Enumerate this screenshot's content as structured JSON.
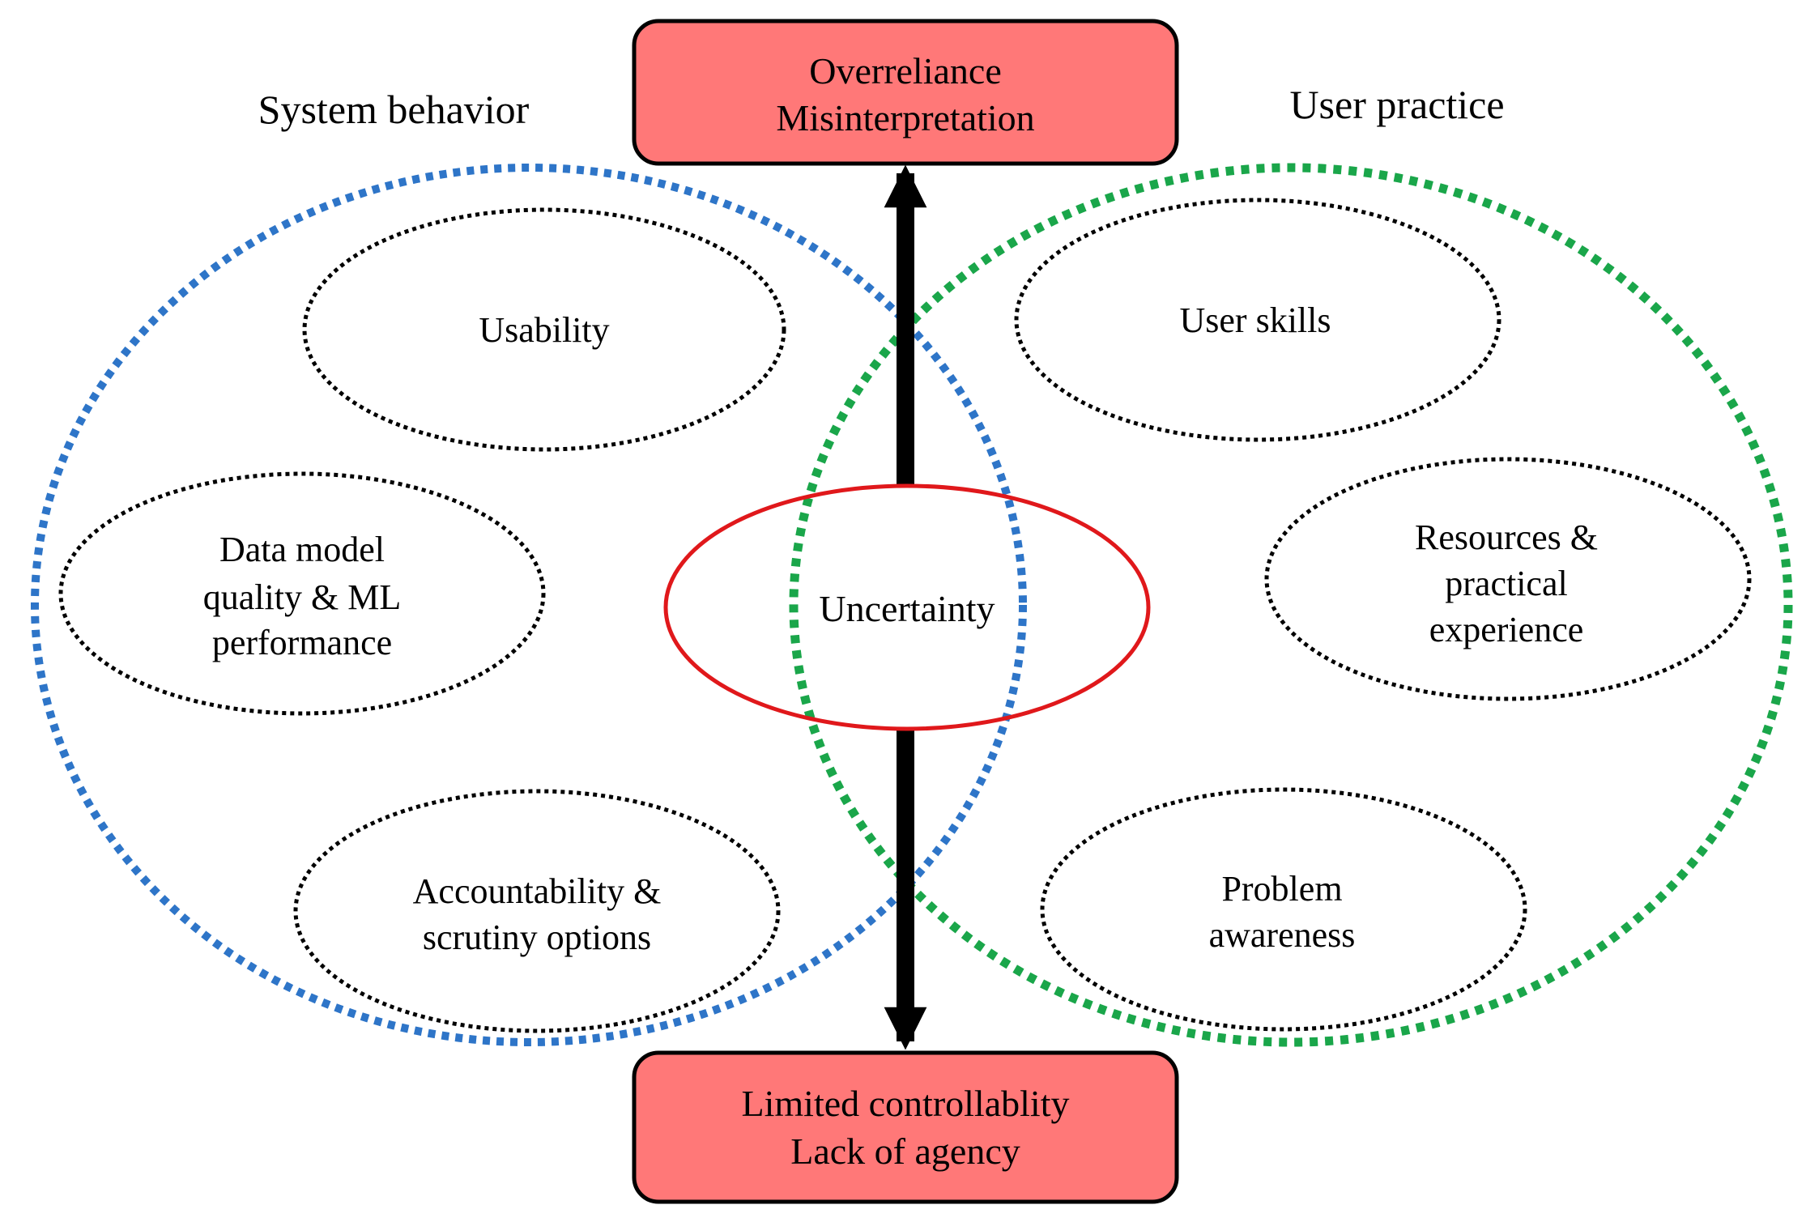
{
  "groups": {
    "system_behavior": {
      "label": "System behavior",
      "color": "#2e75c8"
    },
    "user_practice": {
      "label": "User practice",
      "color": "#1aa64a"
    }
  },
  "top_box": {
    "line1": "Overreliance",
    "line2": "Misinterpretation",
    "fill": "#ff7878"
  },
  "bottom_box": {
    "line1": "Limited controllablity",
    "line2": "Lack of agency",
    "fill": "#ff7878"
  },
  "center": {
    "label": "Uncertainty",
    "color": "#e0181b"
  },
  "system_factors": {
    "usability": {
      "line1": "Usability"
    },
    "data_model": {
      "line1": "Data model",
      "line2": "quality & ML",
      "line3": "performance"
    },
    "accountability": {
      "line1": "Accountability &",
      "line2": "scrutiny options"
    }
  },
  "user_factors": {
    "user_skills": {
      "line1": "User skills"
    },
    "resources": {
      "line1": "Resources &",
      "line2": "practical",
      "line3": "experience"
    },
    "problem": {
      "line1": "Problem",
      "line2": "awareness"
    }
  }
}
